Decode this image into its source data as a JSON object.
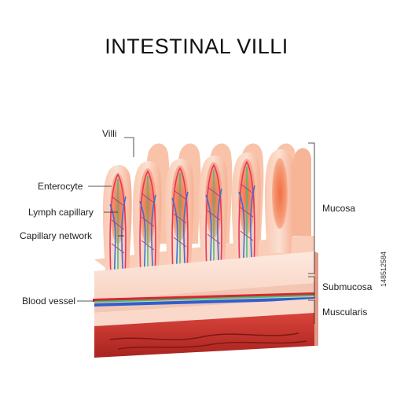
{
  "title": "INTESTINAL VILLI",
  "labels": {
    "villi": "Villi",
    "enterocyte": "Enterocyte",
    "lymph_capillary": "Lymph capillary",
    "capillary_network": "Capillary network",
    "blood_vessel": "Blood vessel",
    "mucosa": "Mucosa",
    "submucosa": "Submucosa",
    "muscularis": "Muscularis"
  },
  "stock_id": "148512584",
  "colors": {
    "villus_tissue": "#f7b79a",
    "villus_core": "#f06a3c",
    "lymph_vessel": "#3fc27a",
    "capillary_red": "#e8365d",
    "capillary_blue": "#3b6fd8",
    "muscle": "#c9302b"
  }
}
